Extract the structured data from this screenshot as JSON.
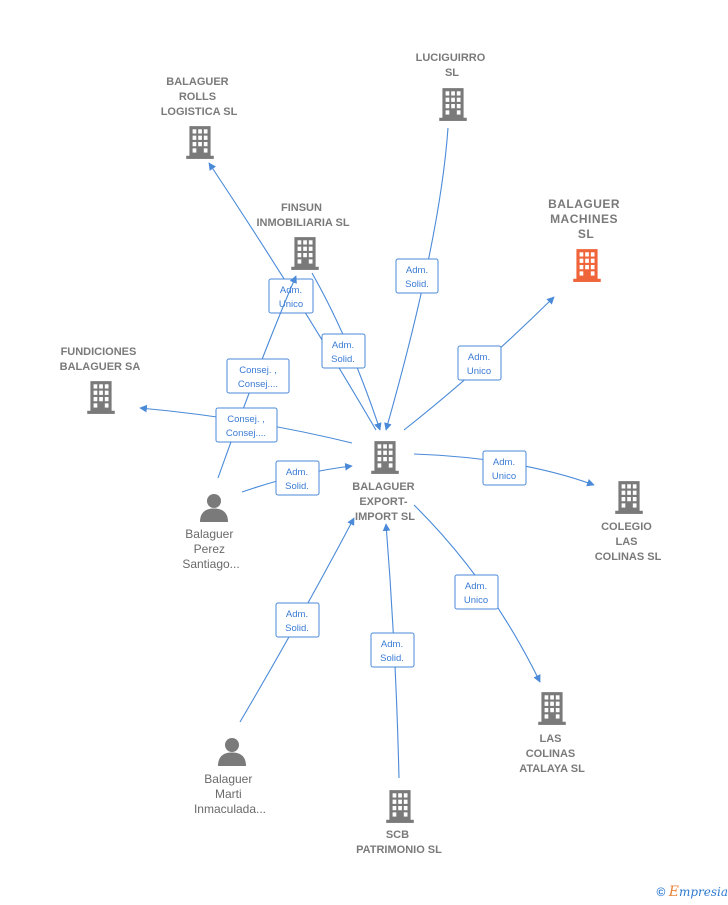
{
  "colors": {
    "node": "#7a7a7a",
    "highlight": "#f0643a",
    "edge": "#4a8ad8",
    "edge_text": "#3a7bd5"
  },
  "nodes": [
    {
      "id": "center",
      "type": "company",
      "lines": [
        "BALAGUER",
        "EXPORT-",
        "IMPORT SL"
      ]
    },
    {
      "id": "luciguirro",
      "type": "company",
      "lines": [
        "LUCIGUIRRO",
        "SL"
      ]
    },
    {
      "id": "rolls",
      "type": "company",
      "lines": [
        "BALAGUER",
        "ROLLS",
        "LOGISTICA  SL"
      ]
    },
    {
      "id": "finsun",
      "type": "company",
      "lines": [
        "FINSUN",
        "INMOBILIARIA SL"
      ]
    },
    {
      "id": "machines",
      "type": "company",
      "highlight": true,
      "lines": [
        "BALAGUER",
        "MACHINES",
        "SL"
      ]
    },
    {
      "id": "fundiciones",
      "type": "company",
      "lines": [
        "FUNDICIONES",
        "BALAGUER SA"
      ]
    },
    {
      "id": "colegio",
      "type": "company",
      "lines": [
        "COLEGIO",
        "LAS",
        "COLINAS SL"
      ]
    },
    {
      "id": "atalaya",
      "type": "company",
      "lines": [
        "LAS",
        "COLINAS",
        "ATALAYA SL"
      ]
    },
    {
      "id": "scb",
      "type": "company",
      "lines": [
        "SCB",
        "PATRIMONIO SL"
      ]
    },
    {
      "id": "santiago",
      "type": "person",
      "lines": [
        "Balaguer",
        "Perez",
        "Santiago..."
      ]
    },
    {
      "id": "inmaculada",
      "type": "person",
      "lines": [
        "Balaguer",
        "Marti",
        "Inmaculada..."
      ]
    }
  ],
  "edges": [
    {
      "id": "e-luciguirro",
      "from": "luciguirro",
      "to": "center",
      "lines": [
        "Adm.",
        "Solid."
      ]
    },
    {
      "id": "e-rolls",
      "from": "center",
      "to": "rolls",
      "lines": [
        "Adm.",
        "Unico"
      ]
    },
    {
      "id": "e-finsun",
      "from": "finsun",
      "to": "center",
      "lines": [
        "Adm.",
        "Solid."
      ]
    },
    {
      "id": "e-machines",
      "from": "center",
      "to": "machines",
      "lines": [
        "Adm.",
        "Unico"
      ]
    },
    {
      "id": "e-santiago-finsun",
      "from": "santiago",
      "to": "finsun",
      "lines": [
        "Consej. ,",
        "Consej...."
      ]
    },
    {
      "id": "e-fundiciones",
      "from": "center",
      "to": "fundiciones",
      "lines": [
        "Consej. ,",
        "Consej...."
      ]
    },
    {
      "id": "e-santiago-center",
      "from": "santiago",
      "to": "center",
      "lines": [
        "Adm.",
        "Solid."
      ]
    },
    {
      "id": "e-colegio",
      "from": "center",
      "to": "colegio",
      "lines": [
        "Adm.",
        "Unico"
      ]
    },
    {
      "id": "e-atalaya",
      "from": "center",
      "to": "atalaya",
      "lines": [
        "Adm.",
        "Unico"
      ]
    },
    {
      "id": "e-scb",
      "from": "scb",
      "to": "center",
      "lines": [
        "Adm.",
        "Solid."
      ]
    },
    {
      "id": "e-inmaculada",
      "from": "inmaculada",
      "to": "center",
      "lines": [
        "Adm.",
        "Solid."
      ]
    }
  ],
  "brand": {
    "copyright": "©",
    "initial": "E",
    "rest": "mpresia"
  }
}
